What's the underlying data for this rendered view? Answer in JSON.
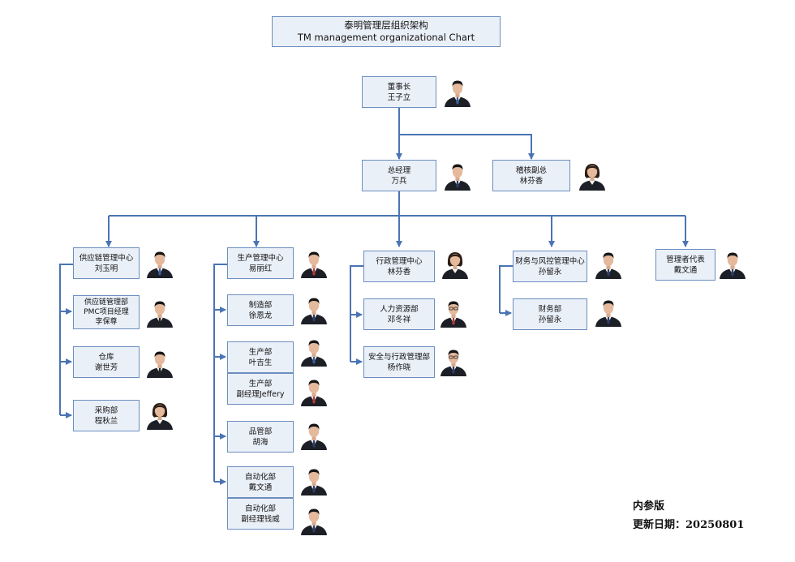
{
  "title": {
    "zh": "泰明管理层组织架构",
    "en": "TM management organizational Chart"
  },
  "nodes": {
    "chairman": {
      "role": "董事长",
      "name": "王子立"
    },
    "gm": {
      "role": "总经理",
      "name": "万兵"
    },
    "audit": {
      "role": "稽核副总",
      "name": "林芬香"
    },
    "scm_center": {
      "role": "供应链管理中心",
      "name": "刘玉明"
    },
    "scm_dept": {
      "role": "供应链管理部",
      "role2": "PMC项目经理",
      "name": "李保尊"
    },
    "warehouse": {
      "role": "仓库",
      "name": "谢世芳"
    },
    "purchase": {
      "role": "采购部",
      "name": "程秋兰"
    },
    "prod_center": {
      "role": "生产管理中心",
      "name": "易丽红"
    },
    "manufacturing": {
      "role": "制造部",
      "name": "徐恩龙"
    },
    "production1": {
      "role": "生产部",
      "name": "叶吉生"
    },
    "production2": {
      "role": "生产部",
      "name": "副经理Jeffery"
    },
    "quality": {
      "role": "品管部",
      "name": "胡海"
    },
    "automation1": {
      "role": "自动化部",
      "name": "戴文通"
    },
    "automation2": {
      "role": "自动化部",
      "name": "副经理钱威"
    },
    "admin_center": {
      "role": "行政管理中心",
      "name": "林芬香"
    },
    "hr": {
      "role": "人力资源部",
      "name": "邓冬祥"
    },
    "safety": {
      "role": "安全与行政管理部",
      "name": "杨作晓"
    },
    "finance_center": {
      "role": "财务与风控管理中心",
      "name": "孙留永"
    },
    "finance_dept": {
      "role": "财务部",
      "name": "孙留永"
    },
    "mgmt_rep": {
      "role": "管理者代表",
      "name": "戴文通"
    }
  },
  "footer": {
    "edition": "内参版",
    "update_label": "更新日期：",
    "update_date": "20250801"
  },
  "colors": {
    "box_fill": "#eaf0f8",
    "box_border": "#6c8ebf",
    "connector": "#4a74b4"
  }
}
